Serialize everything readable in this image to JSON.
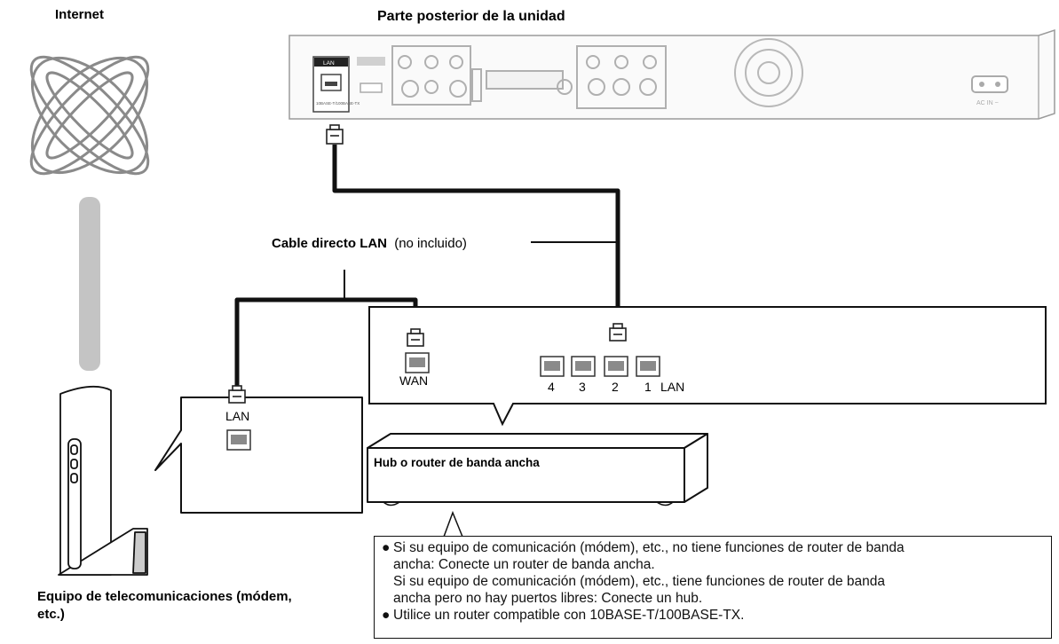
{
  "labels": {
    "internet": "Internet",
    "unit_back": "Parte posterior de la unidad",
    "cable": "Cable directo LAN",
    "cable_note": "(no incluido)",
    "router": "Hub o router de banda ancha",
    "modem_line1": "Equipo de telecomunicaciones (módem,",
    "modem_line2": "etc.)",
    "modem_lan": "LAN",
    "wan": "WAN",
    "port_4": "4",
    "port_3": "3",
    "port_2": "2",
    "port_1": "1",
    "router_lan": "LAN",
    "device_lan": "LAN",
    "device_lan_sub": "10BASE-T/100BASE-TX",
    "device_ac": "AC IN ~"
  },
  "notes": {
    "bullet": "●",
    "line1": "Si su equipo de comunicación (módem), etc., no tiene funciones de router de banda",
    "line2": "ancha: Conecte un router de banda ancha.",
    "line3": "Si su equipo de comunicación (módem), etc., tiene funciones de router de banda",
    "line4": "ancha pero no hay puertos libres: Conecte un hub.",
    "line5": "Utilice un router compatible con 10BASE-T/100BASE-TX."
  }
}
